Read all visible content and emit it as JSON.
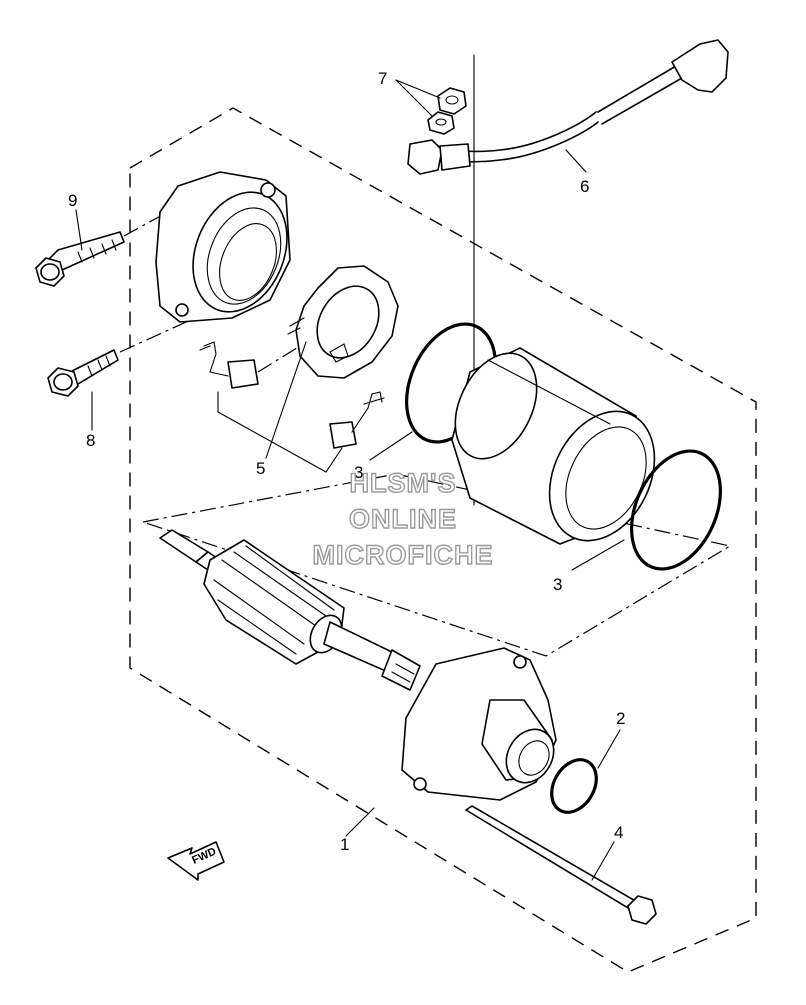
{
  "callouts": {
    "c1": "1",
    "c2": "2",
    "c3a": "3",
    "c3b": "3",
    "c4": "4",
    "c5": "5",
    "c6": "6",
    "c7": "7",
    "c8": "8",
    "c9": "9"
  },
  "watermark": {
    "line1": "HLSM'S",
    "line2": "ONLINE",
    "line3": "MICROFICHE"
  },
  "direction_arrow": {
    "label": "FWD"
  }
}
